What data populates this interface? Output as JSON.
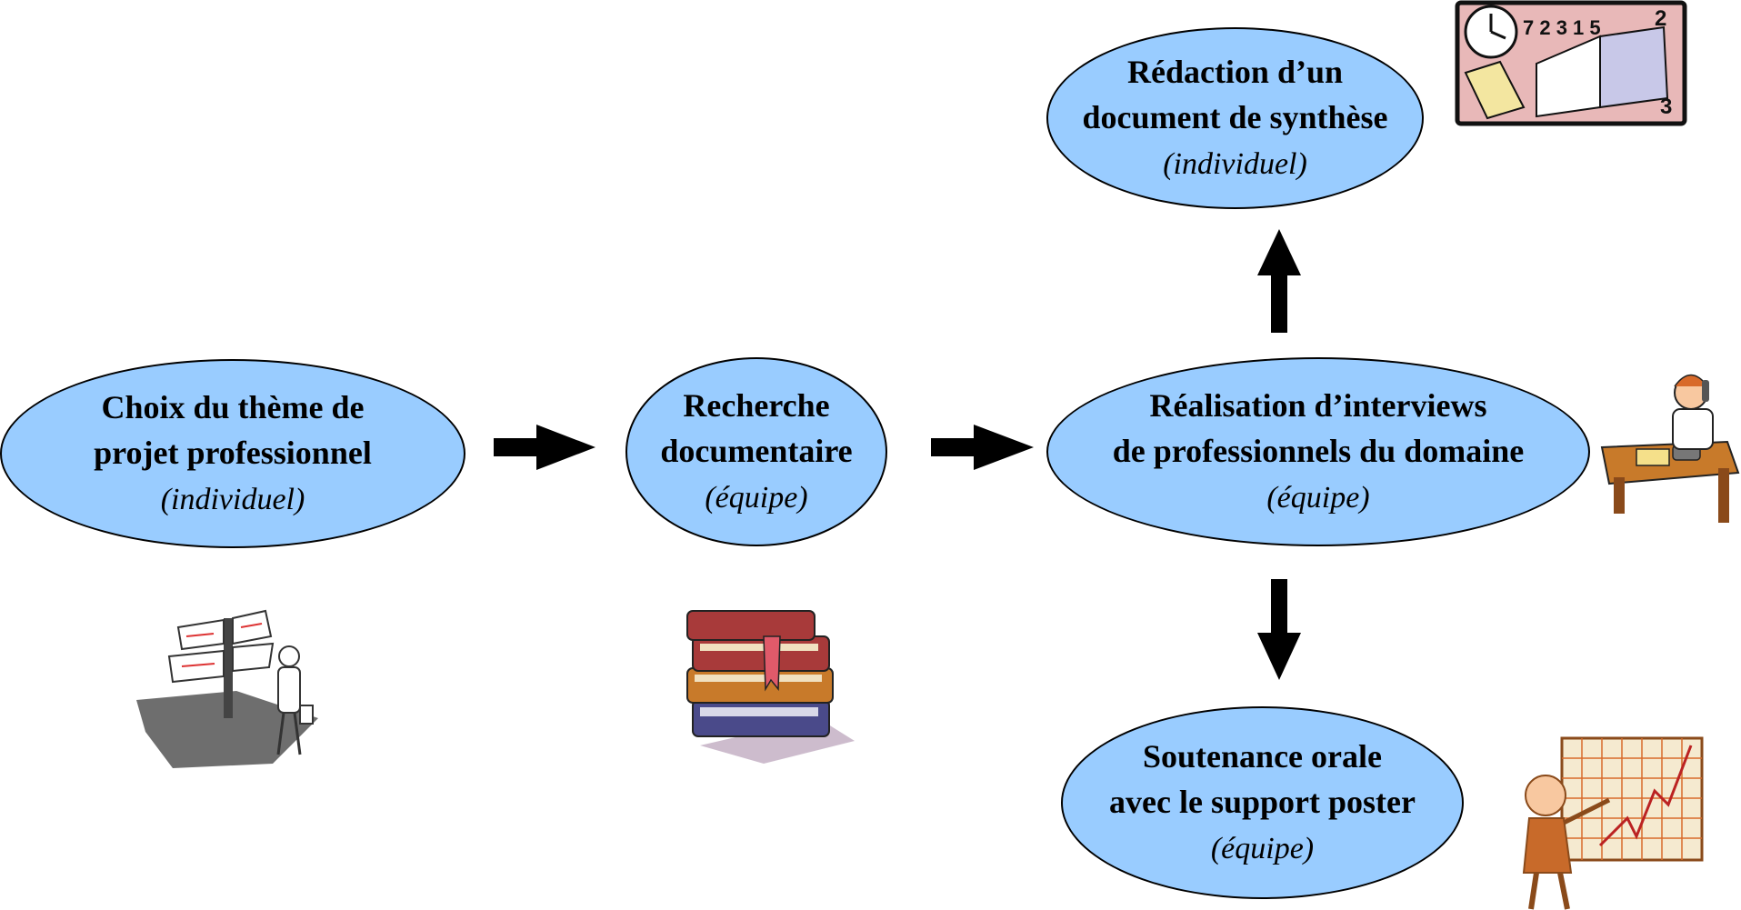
{
  "nodes": {
    "choix": {
      "title_line1": "Choix du thème de",
      "title_line2": "projet professionnel",
      "mode": "(individuel)"
    },
    "recherche": {
      "title_line1": "Recherche",
      "title_line2": "documentaire",
      "mode": "(équipe)"
    },
    "realisation": {
      "title_line1": "Réalisation d’interviews",
      "title_line2": "de professionnels du domaine",
      "mode": "(équipe)"
    },
    "redaction": {
      "title_line1": "Rédaction d’un",
      "title_line2": "document de synthèse",
      "mode": "(individuel)"
    },
    "soutenance": {
      "title_line1": "Soutenance orale",
      "title_line2": "avec le support poster",
      "mode": "(équipe)"
    }
  },
  "edges": [
    {
      "from": "choix",
      "to": "recherche"
    },
    {
      "from": "recherche",
      "to": "realisation"
    },
    {
      "from": "realisation",
      "to": "redaction"
    },
    {
      "from": "realisation",
      "to": "soutenance"
    }
  ],
  "illustrations": {
    "choix": "signpost-man-icon",
    "recherche": "books-icon",
    "realisation": "phone-desk-icon",
    "redaction": "open-book-numbers-icon",
    "soutenance": "presenter-chart-icon"
  },
  "colors": {
    "node_fill": "#99ccff",
    "node_border": "#000000",
    "arrow": "#000000",
    "text": "#000000"
  }
}
